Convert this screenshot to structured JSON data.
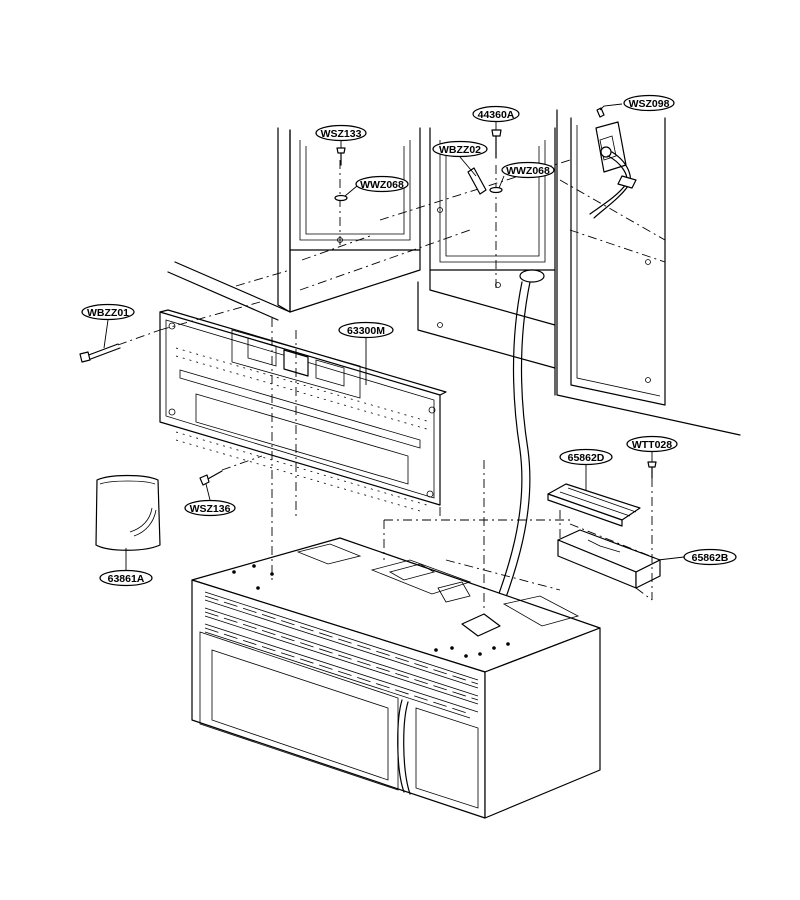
{
  "diagram": {
    "parts": [
      {
        "id": "WSZ098",
        "label": "WSZ098"
      },
      {
        "id": "44360A",
        "label": "44360A"
      },
      {
        "id": "WSZ133",
        "label": "WSZ133"
      },
      {
        "id": "WBZZ02",
        "label": "WBZZ02"
      },
      {
        "id": "WWZ068a",
        "label": "WWZ068"
      },
      {
        "id": "WWZ068b",
        "label": "WWZ068"
      },
      {
        "id": "WBZZ01",
        "label": "WBZZ01"
      },
      {
        "id": "63300M",
        "label": "63300M"
      },
      {
        "id": "65862D",
        "label": "65862D"
      },
      {
        "id": "WTT028",
        "label": "WTT028"
      },
      {
        "id": "WSZ136",
        "label": "WSZ136"
      },
      {
        "id": "65862B",
        "label": "65862B"
      },
      {
        "id": "63861A",
        "label": "63861A"
      }
    ]
  }
}
